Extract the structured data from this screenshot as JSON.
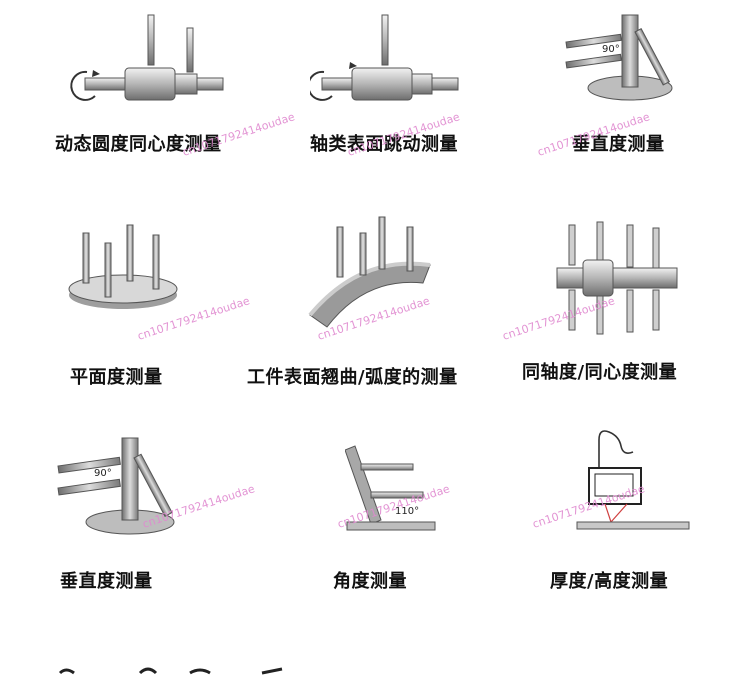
{
  "items": [
    {
      "caption": "动态圆度同心度测量",
      "icon": "rotating-shaft-with-probes-icon"
    },
    {
      "caption": "轴类表面跳动测量",
      "icon": "shaft-runout-probe-icon"
    },
    {
      "caption": "垂直度测量",
      "icon": "perpendicularity-post-icon",
      "angle": "90°"
    },
    {
      "caption": "平面度测量",
      "icon": "flat-disc-probes-icon"
    },
    {
      "caption": "工件表面翘曲/弧度的测量",
      "icon": "curved-surface-probes-icon"
    },
    {
      "caption": "同轴度/同心度测量",
      "icon": "coaxial-shaft-probes-icon"
    },
    {
      "caption": "垂直度测量",
      "icon": "perpendicularity-post-icon-2",
      "angle": "90°"
    },
    {
      "caption": "角度测量",
      "icon": "angle-plate-probes-icon",
      "angle": "110°"
    },
    {
      "caption": "厚度/高度测量",
      "icon": "laser-sensor-thickness-icon"
    }
  ],
  "watermark": "cn1071792414oudae",
  "colors": {
    "metal_dark": "#8c8c8c",
    "metal_light": "#dcdcdc",
    "laser": "#d04040",
    "watermark": "#e08ad0"
  }
}
